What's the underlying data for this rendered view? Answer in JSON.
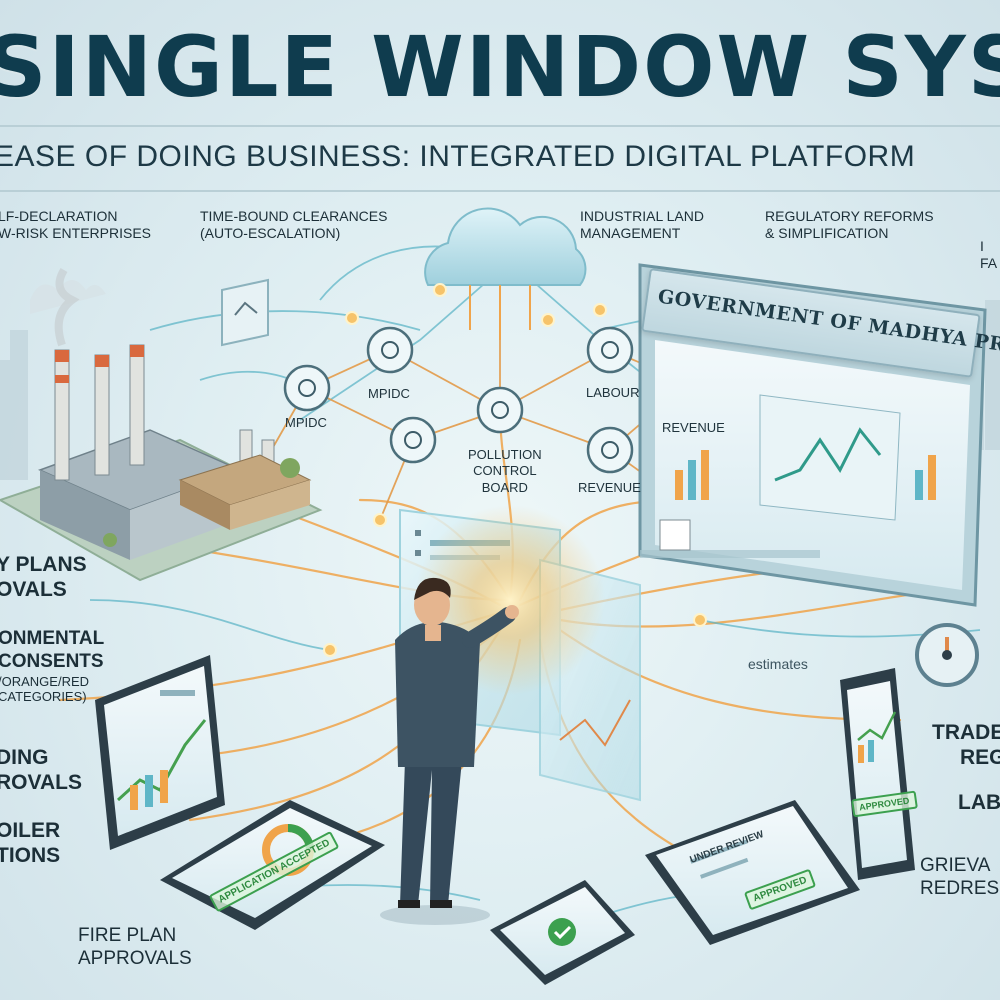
{
  "title": "SINGLE WINDOW SYSTEM",
  "subtitle": "EASE OF DOING BUSINESS: INTEGRATED DIGITAL PLATFORM",
  "top_labels": {
    "self_declaration": [
      "LF-DECLARATION",
      "W-RISK ENTERPRISES"
    ],
    "time_bound": [
      "TIME-BOUND CLEARANCES",
      "(AUTO-ESCALATION)"
    ],
    "industrial_land": [
      "INDUSTRIAL LAND",
      "MANAGEMENT"
    ],
    "regulatory": [
      "REGULATORY REFORMS",
      "& SIMPLIFICATION"
    ],
    "edge_right": [
      "I",
      "FA"
    ]
  },
  "left_labels": {
    "plans": [
      "Y PLANS",
      "OVALS"
    ],
    "environmental": [
      "ONMENTAL",
      "CONSENTS",
      "/ORANGE/RED",
      "CATEGORIES)"
    ],
    "building": [
      "DING",
      "ROVALS"
    ],
    "boiler": [
      "OILER",
      "TIONS"
    ],
    "fire": [
      "FIRE PLAN",
      "APPROVALS"
    ]
  },
  "right_labels": {
    "trade": [
      "TRADE",
      "REG"
    ],
    "labour": [
      "LAB"
    ],
    "grievance": [
      "GRIEVA",
      "REDRES"
    ]
  },
  "nodes": {
    "mpidc_left": "MPIDC",
    "mpidc_top": "MPIDC",
    "pollution": [
      "POLLUTION",
      "CONTROL",
      "BOARD"
    ],
    "labour": "LABOUR",
    "revenue_right": "REVENUE",
    "revenue_bottom": "REVENUE"
  },
  "banner": "GOVERNMENT OF MADHYA PRADESH",
  "estimates": "estimates",
  "device_texts": {
    "tablet_left_stamp": "APPLICATION ACCEPTED",
    "tablet_center_header": "UNDER REVIEW",
    "tablet_center_stamp": "APPROVED",
    "phone_right_stamp": "APPROVED"
  },
  "colors": {
    "title": "#0f3c4e",
    "glow": "#f6b24a",
    "line": "#f0a44a",
    "panel": "#bfe3ec",
    "approved": "#3ca04f"
  }
}
